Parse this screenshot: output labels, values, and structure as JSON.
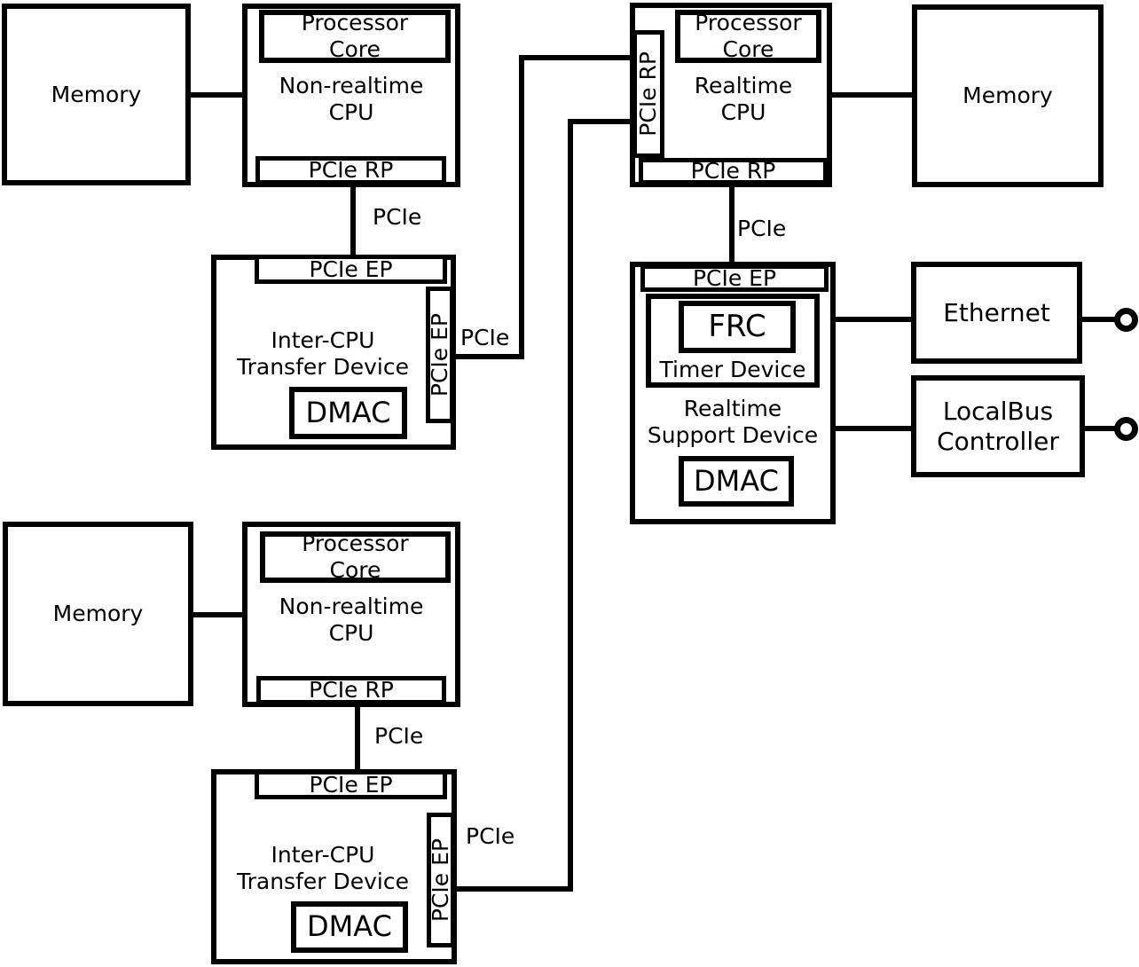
{
  "colors": {
    "line": "#000000",
    "background": "#ffffff"
  },
  "labels": {
    "memory": "Memory",
    "processor_core": "Processor\nCore",
    "nonrealtime_cpu": "Non-realtime\nCPU",
    "realtime_cpu": "Realtime\nCPU",
    "pcie_rp": "PCIe RP",
    "pcie_ep": "PCIe EP",
    "pcie": "PCIe",
    "inter_cpu_transfer_device": "Inter-CPU\nTransfer Device",
    "dmac": "DMAC",
    "frc": "FRC",
    "timer_device": "Timer Device",
    "realtime_support_device": "Realtime\nSupport Device",
    "ethernet": "Ethernet",
    "localbus_controller": "LocalBus\nController"
  }
}
